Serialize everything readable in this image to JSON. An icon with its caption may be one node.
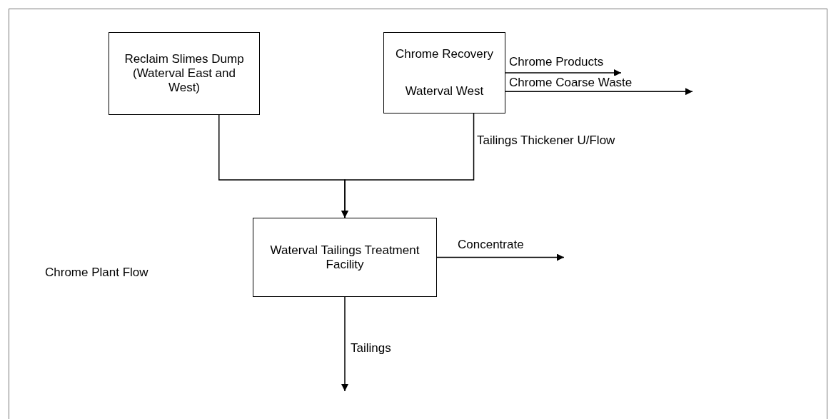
{
  "diagram": {
    "nodes": [
      {
        "text": [
          "Reclaim Slimes Dump (Waterval East and West)"
        ]
      },
      {
        "text": [
          "Chrome Recovery",
          "Waterval West"
        ]
      },
      {
        "text": [
          "Waterval Tailings Treatment Facility"
        ]
      }
    ],
    "edges": [
      {
        "from": 0,
        "to": 2,
        "arrow": "to"
      },
      {
        "from": 1,
        "to": 2,
        "arrow": "to",
        "label": "Tailings Thickener U/Flow"
      },
      {
        "from": 1,
        "to": null,
        "arrow": "to",
        "label": "Chrome Products"
      },
      {
        "from": 1,
        "to": null,
        "arrow": "to",
        "label": "Chrome Coarse Waste"
      },
      {
        "from": 2,
        "to": null,
        "arrow": "to",
        "label": "Concentrate"
      },
      {
        "from": 2,
        "to": null,
        "arrow": "to",
        "label": "Tailings"
      }
    ],
    "labels": [
      "Chrome Plant Flow"
    ]
  }
}
